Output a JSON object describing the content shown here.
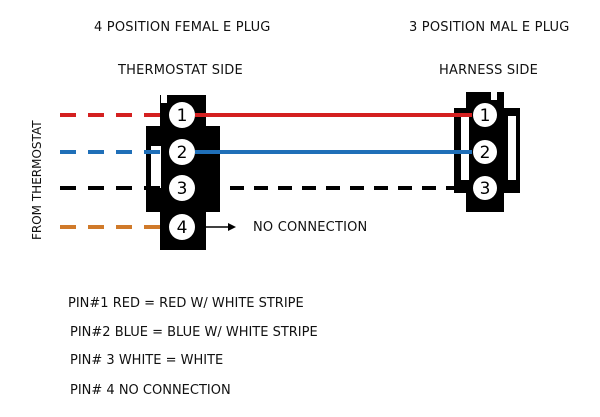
{
  "titles": {
    "female_plug": "4 POSITION FEMAL E PLUG",
    "male_plug": "3 POSITION MAL E PLUG",
    "thermostat_side": "THERMOSTAT SIDE",
    "harness_side": "HARNESS SIDE",
    "from_thermostat": "FROM THERMOSTAT",
    "no_connection": "NO CONNECTION"
  },
  "female_pins": [
    "1",
    "2",
    "3",
    "4"
  ],
  "male_pins": [
    "1",
    "2",
    "3"
  ],
  "wire_colors": {
    "red": "#d42020",
    "blue": "#1f6fb8",
    "black": "#000000",
    "orange": "#d07a2a"
  },
  "legend": [
    "PIN#1 RED = RED W/ WHITE STRIPE",
    "PIN#2 BLUE = BLUE W/ WHITE STRIPE",
    "PIN# 3 WHITE = WHITE",
    "PIN# 4 NO CONNECTION"
  ]
}
